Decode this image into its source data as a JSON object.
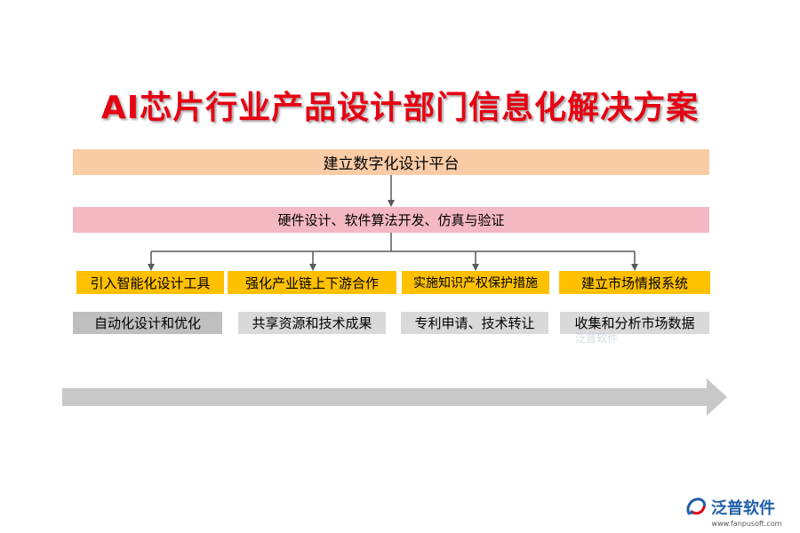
{
  "title": "AI芯片行业产品设计部门信息化解决方案",
  "top_bar": "建立数字化设计平台",
  "middle_bar": "硬件设计、软件算法开发、仿真与验证",
  "branches": [
    {
      "label": "引入智能化设计工具",
      "detail": "自动化设计和优化"
    },
    {
      "label": "强化产业链上下游合作",
      "detail": "共享资源和技术成果"
    },
    {
      "label": "实施知识产权保护措施",
      "detail": "专利申请、技术转让"
    },
    {
      "label": "建立市场情报系统",
      "detail": "收集和分析市场数据"
    }
  ],
  "watermark": "泛普软件",
  "brand": {
    "name": "泛普软件",
    "url": "www.fanpusoft.com"
  },
  "colors": {
    "title": "#e60012",
    "top_bar": "#f9cca6",
    "middle_bar": "#f4b8c2",
    "branch_box": "#ffc000",
    "detail_box": "#bfbfbf",
    "big_arrow": "#c8c8c8",
    "brand": "#1f5fa8"
  }
}
